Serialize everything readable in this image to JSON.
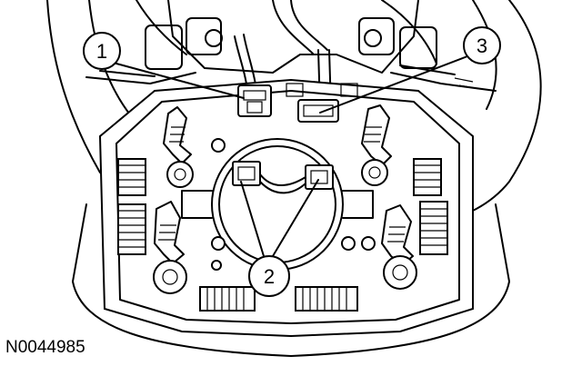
{
  "figure_id": "N0044985",
  "callouts": [
    {
      "label": "1"
    },
    {
      "label": "2"
    },
    {
      "label": "3"
    }
  ]
}
